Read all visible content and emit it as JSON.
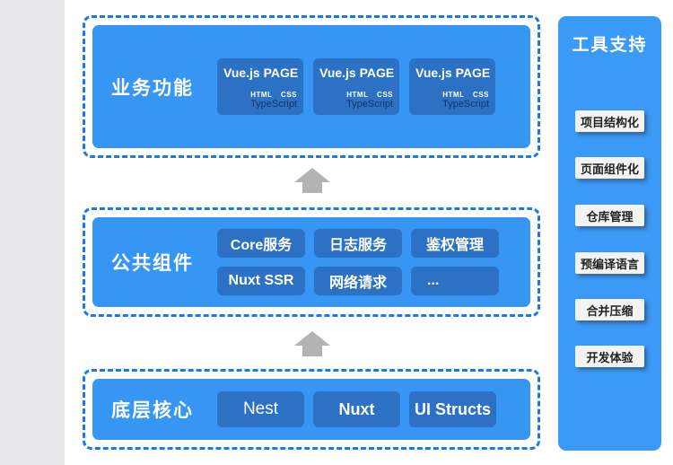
{
  "layers": [
    {
      "label": "业务功能",
      "cards": [
        {
          "title": "Vue.js PAGE",
          "tag_html": "HTML",
          "tag_css": "CSS",
          "subtitle": "TypeScript"
        },
        {
          "title": "Vue.js PAGE",
          "tag_html": "HTML",
          "tag_css": "CSS",
          "subtitle": "TypeScript"
        },
        {
          "title": "Vue.js PAGE",
          "tag_html": "HTML",
          "tag_css": "CSS",
          "subtitle": "TypeScript"
        }
      ]
    },
    {
      "label": "公共组件",
      "chips": [
        "Core服务",
        "日志服务",
        "鉴权管理",
        "Nuxt SSR",
        "网络请求",
        "..."
      ]
    },
    {
      "label": "底层核心",
      "chips": [
        "Nest",
        "Nuxt",
        "UI Structs"
      ]
    }
  ],
  "sidebar": {
    "title": "工具支持",
    "items": [
      "项目结构化",
      "页面组件化",
      "仓库管理",
      "预编译语言",
      "合并压缩",
      "开发体验"
    ]
  },
  "icons": [
    "up-arrow",
    "up-arrow"
  ],
  "colors": {
    "dashed_border": "#1a78e8",
    "layer_panel_blue": "#3795f4",
    "chip_blue": "#2d71c4",
    "sidebar_blue": "#3b99f8",
    "arrow_gray": "#b3b3b3",
    "tool_badge_bg": "#f3f3f3",
    "tool_badge_text": "#222222",
    "typescript_text": "#16355a",
    "left_gutter": "#e9e9eb"
  }
}
